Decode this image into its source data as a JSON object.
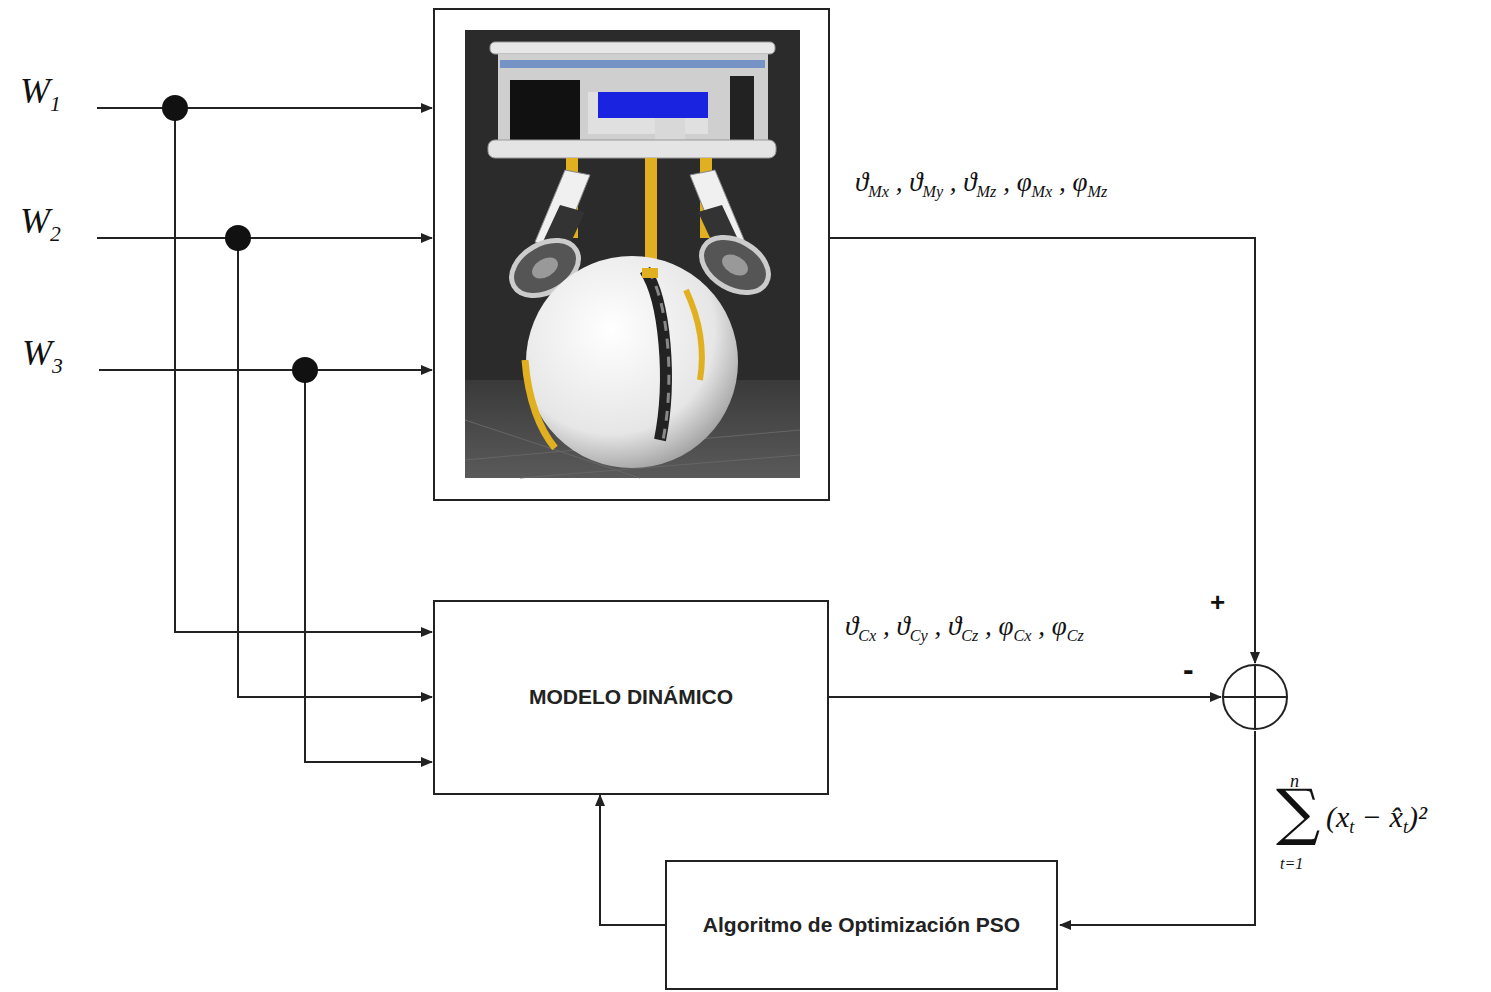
{
  "diagram": {
    "nodes": [
      {
        "text": [
          "MODELO DINÁMICO"
        ]
      },
      {
        "text": [
          "Algoritmo de Optimización PSO"
        ]
      }
    ],
    "edges": [
      {
        "from": 1,
        "to": 0,
        "arrow": "to"
      }
    ],
    "labels": [
      "W1",
      "W2",
      "W3",
      "ϑMx , ϑMy , ϑMz , φMx , φMz",
      "ϑCx , ϑCy , ϑCz , φCx , φCz",
      "+",
      "-",
      "n",
      "∑",
      "t=1",
      "(xt − x̂t)²"
    ]
  }
}
